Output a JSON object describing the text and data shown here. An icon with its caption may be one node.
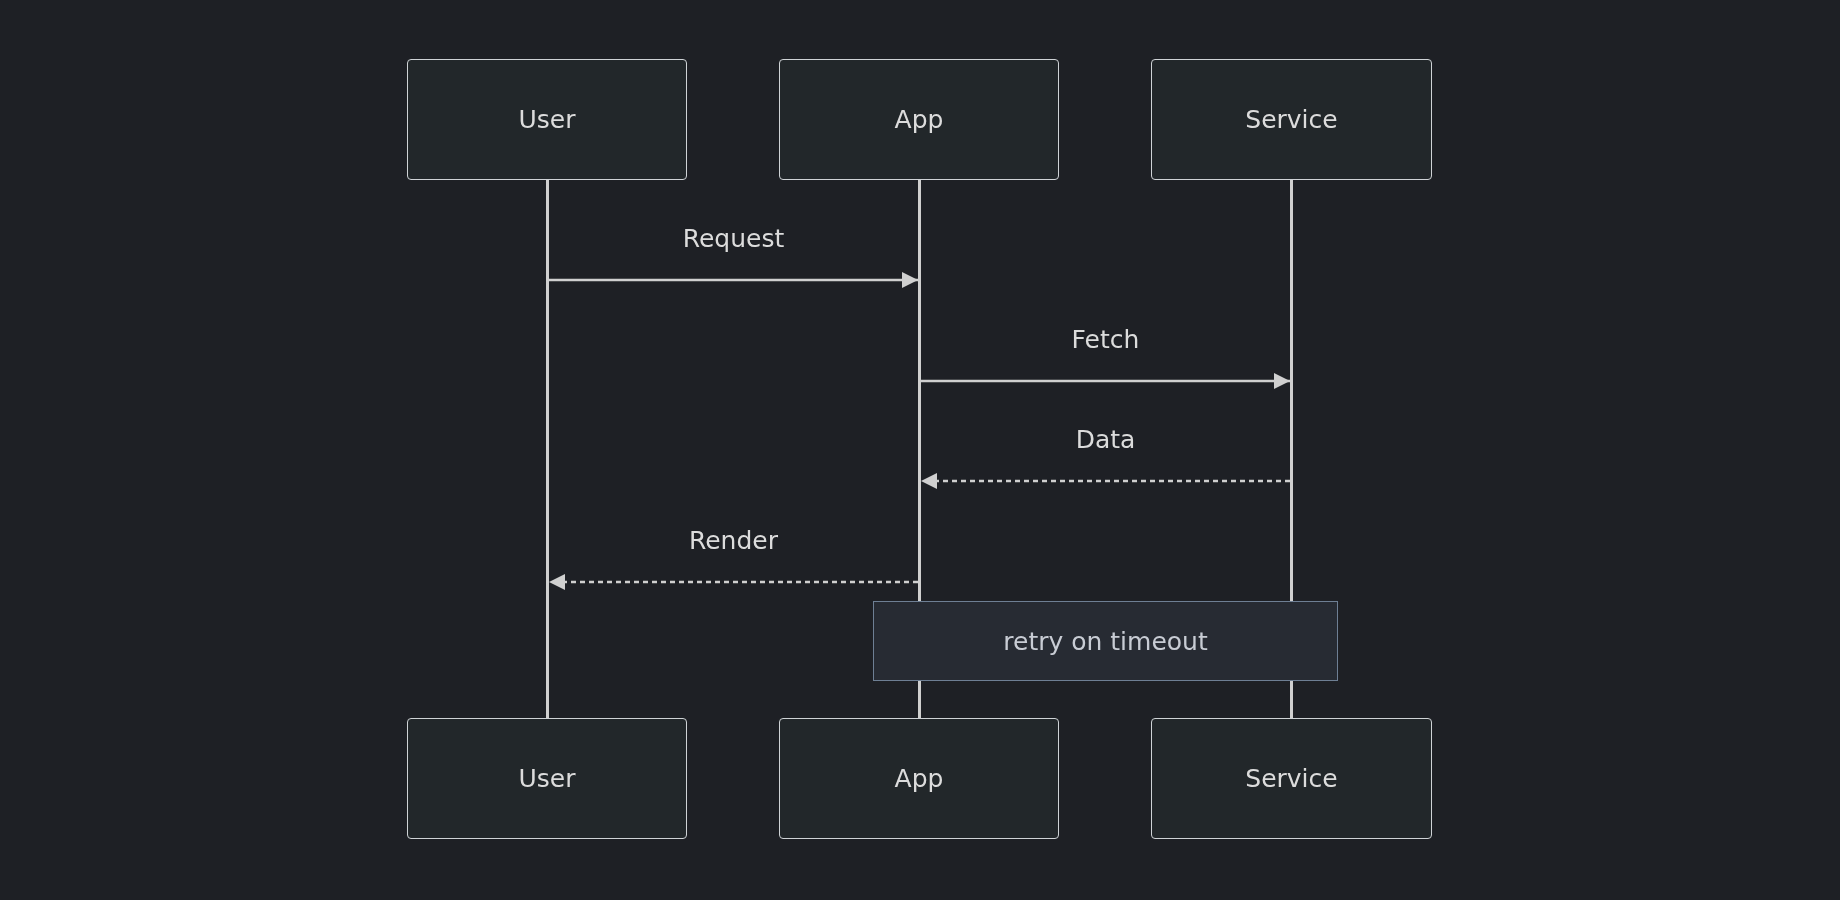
{
  "diagram": {
    "nodes": [
      {
        "text": [
          "User"
        ]
      },
      {
        "text": [
          "App"
        ]
      },
      {
        "text": [
          "Service"
        ]
      },
      {
        "text": [],
        "shape": "bar"
      },
      {
        "text": [],
        "shape": "bar"
      },
      {
        "text": [],
        "shape": "bar"
      },
      {
        "text": [
          "User"
        ]
      },
      {
        "text": [
          "App"
        ]
      },
      {
        "text": [
          "Service"
        ]
      },
      {
        "text": [
          "retry on timeout"
        ]
      }
    ],
    "edges": [
      {
        "from": 3,
        "to": 4,
        "arrow": "to",
        "label": "Request"
      },
      {
        "from": 4,
        "to": 5,
        "arrow": "to",
        "label": "Fetch"
      },
      {
        "from": 5,
        "to": 4,
        "arrow": "to",
        "label": "Data",
        "style": "dashed"
      },
      {
        "from": 4,
        "to": 3,
        "arrow": "to",
        "label": "Render",
        "style": "dashed"
      }
    ]
  }
}
